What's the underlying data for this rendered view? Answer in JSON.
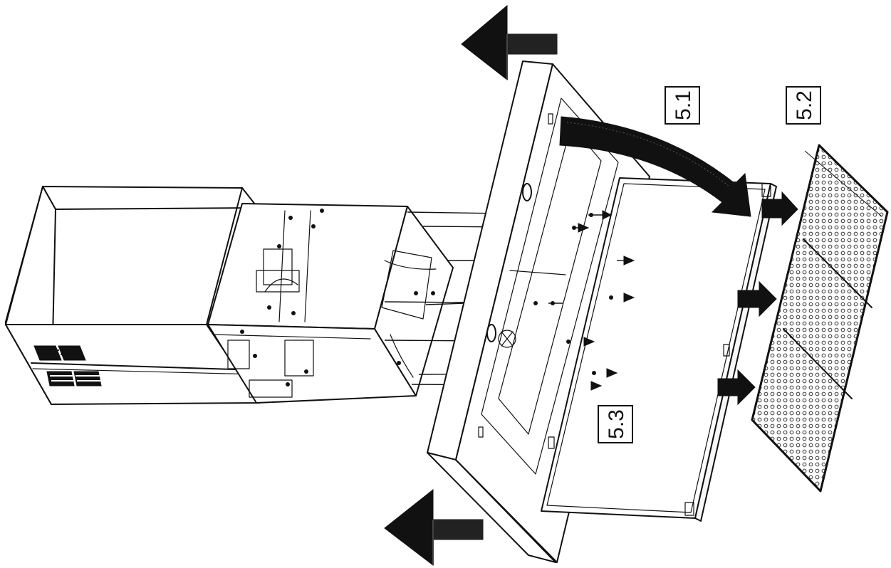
{
  "labels": {
    "step_5_1": "5.1",
    "step_5_2": "5.2",
    "step_5_3": "5.3"
  },
  "icons": {
    "direction_arrow": "block-arrow-icon",
    "rotation_arrow": "curved-arrow-icon",
    "screw": "screw-icon",
    "grease_filter": "filter-mesh-icon"
  },
  "colors": {
    "line": "#111111",
    "background": "#ffffff"
  }
}
